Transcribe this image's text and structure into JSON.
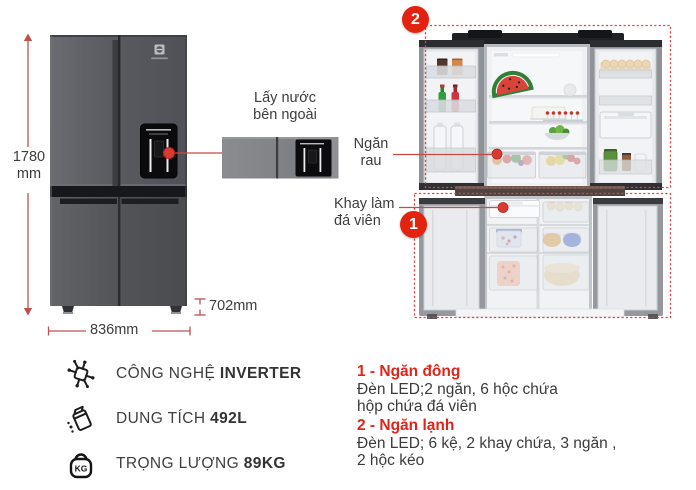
{
  "colors": {
    "accent_red": "#e3220f",
    "measure_red": "#c0504d",
    "dotted_red": "#e34040",
    "fridge_gray": "#54565b"
  },
  "dimensions": {
    "height_value": "1780",
    "height_unit": "mm",
    "width": "836mm",
    "depth": "702mm"
  },
  "callouts": {
    "dispenser": {
      "line1": "Lấy nước",
      "line2": "bên ngoài"
    },
    "vegetable_drawer": {
      "line1": "Ngăn",
      "line2": "rau"
    },
    "ice_tray": {
      "line1": "Khay làm",
      "line2": "đá viên"
    }
  },
  "badges": {
    "freezer": "1",
    "fridge": "2"
  },
  "features": [
    {
      "icon": "inverter-chip-icon",
      "label": "CÔNG NGHỆ ",
      "value": "INVERTER"
    },
    {
      "icon": "carton-icon",
      "label": "DUNG TÍCH ",
      "value": "492L"
    },
    {
      "icon": "weight-kg-icon",
      "label": "TRỌNG LƯỢNG ",
      "value": "89KG",
      "icon_text": "KG"
    }
  ],
  "legend": [
    {
      "title": "1 - Ngăn đông",
      "line1": "Đèn LED;2 ngăn, 6 hộc chứa",
      "line2": "hộp chứa đá viên"
    },
    {
      "title": "2 - Ngăn lạnh",
      "line1": "Đèn LED; 6 kệ, 2 khay chứa, 3 ngăn ,",
      "line2": "2 hộc kéo"
    }
  ]
}
